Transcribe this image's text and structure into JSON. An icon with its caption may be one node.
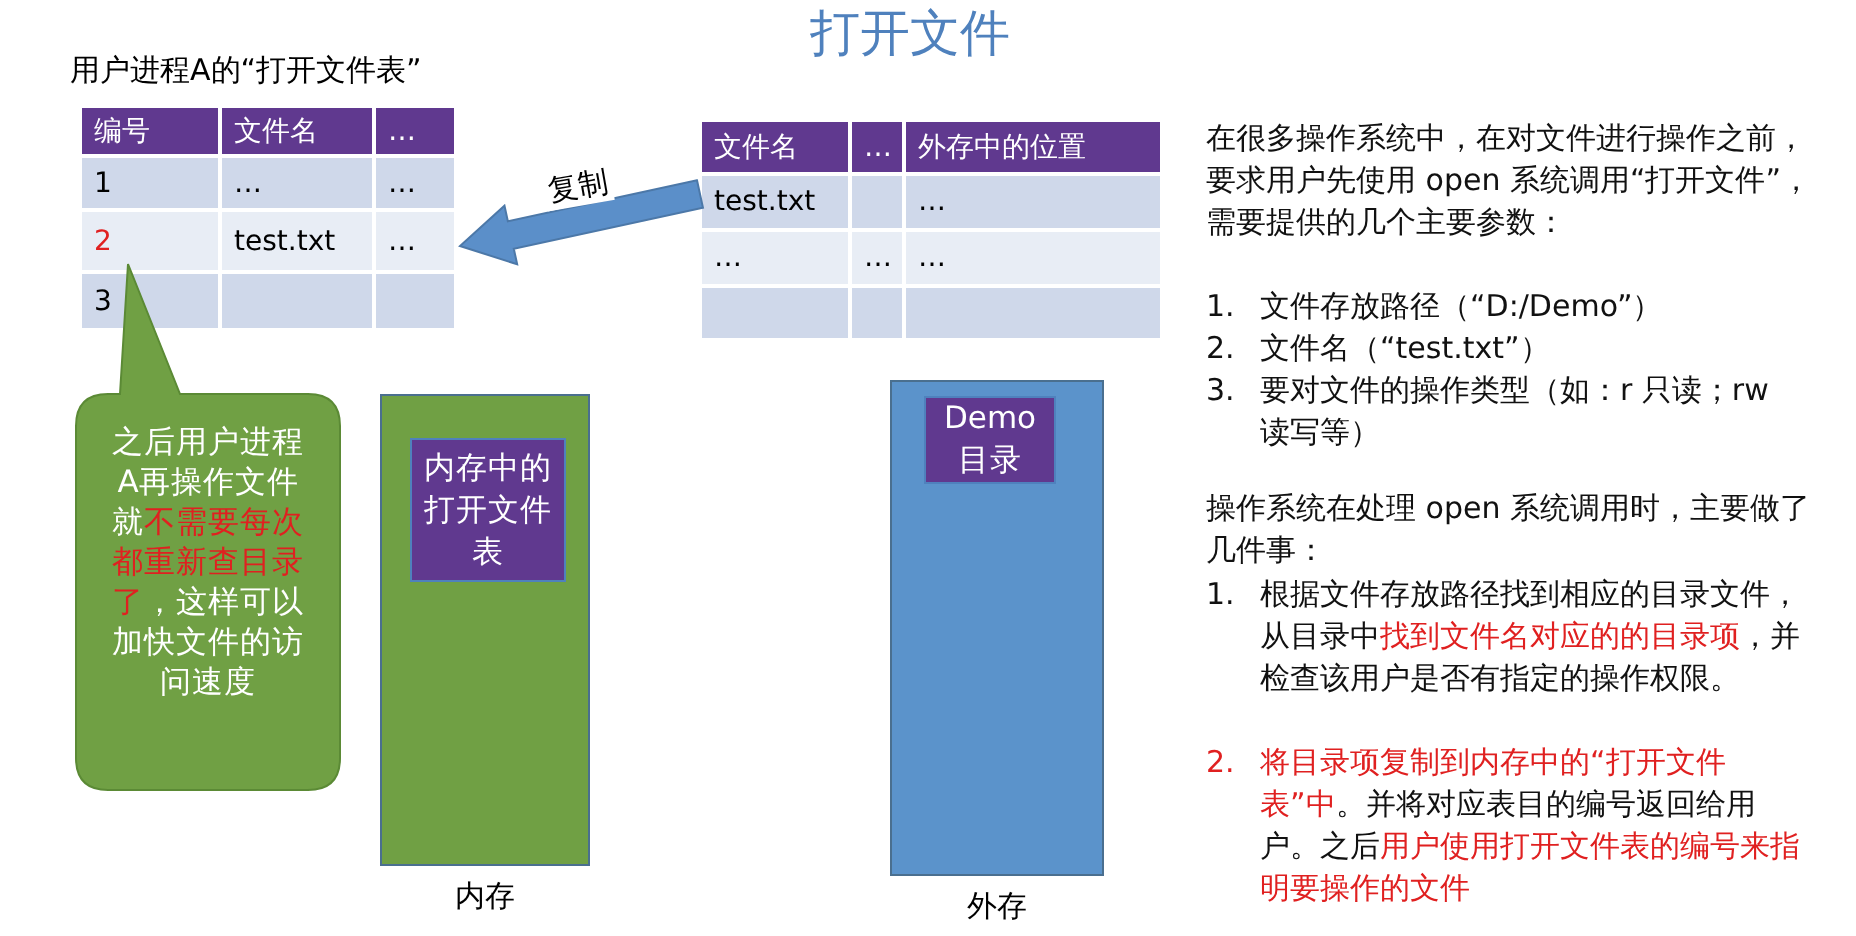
{
  "diagram": {
    "title": "打开文件",
    "nodes": [
      {
        "text": [
          "用户进程A的“打开文件表”",
          "编号",
          "文件名",
          "…",
          "1",
          "…",
          "…",
          "2",
          "test.txt",
          "…",
          "3"
        ]
      },
      {
        "text": [
          "文件名",
          "…",
          "外存中的位置",
          "test.txt",
          "…",
          "…",
          "…",
          "…"
        ]
      },
      {
        "text": [
          "之后用户进程A再操作文件就**不需要每次都重新查目录了**，这样可以加快文件的访问速度"
        ]
      },
      {
        "text": [],
        "shape": "bar",
        "beside": [
          "内存"
        ]
      },
      {
        "text": [
          "内存中的打开文件表"
        ],
        "in": 3
      },
      {
        "text": [],
        "shape": "bar",
        "beside": [
          "外存"
        ]
      },
      {
        "text": [
          "Demo 目录"
        ],
        "in": 5
      }
    ],
    "edges": [
      {
        "from": 1,
        "to": 0,
        "arrow": "to",
        "label": "复制",
        "style": "thick",
        "color": "#5b8fc9"
      }
    ],
    "labels": [
      "在很多操作系统中，在对文件进行操作之前，要求用户先使用 open 系统调用“打开文件”，需要提供的几个主要参数：",
      "1.",
      "文件存放路径（“D:/Demo”）",
      "2.",
      "文件名（“test.txt”）",
      "3.",
      "要对文件的操作类型（如：r 只读；rw 读写等）",
      "操作系统在处理 open 系统调用时，主要做了几件事：",
      "1.",
      "根据文件存放路径找到相应的目录文件，从目录中**找到文件名对应的的目录项**，并检查该用户是否有指定的操作权限。",
      "**2.**",
      "**将目录项复制到内存中的“打开文件表”中**。并将对应表目的编号返回给用户。之后**用户使用打开文件表的编号来指明要操作的文件**"
    ]
  }
}
